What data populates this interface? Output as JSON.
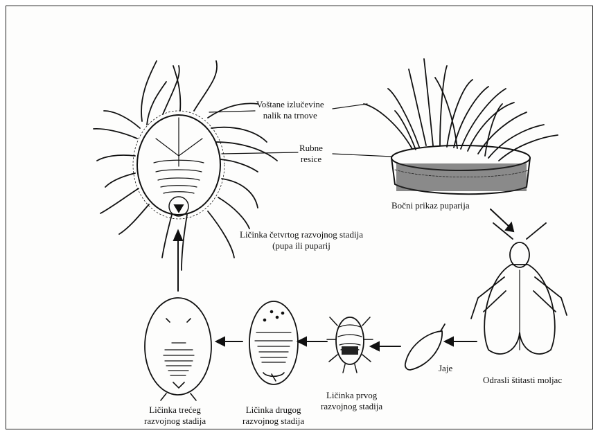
{
  "labels": {
    "wax_secretions_line1": "Voštane izlučevine",
    "wax_secretions_line2": "nalik na trnove",
    "marginal_fringe_line1": "Rubne",
    "marginal_fringe_line2": "resice",
    "side_view": "Bočni prikaz puparija",
    "fourth_stage_line1": "Ličinka četvrtog razvojnog stadija",
    "fourth_stage_line2": "(pupa ili puparij",
    "egg": "Jaje",
    "adult": "Odrasli štitasti moljac",
    "first_stage_line1": "Ličinka prvog",
    "first_stage_line2": "razvojnog stadija",
    "second_stage_line1": "Ličinka drugog",
    "second_stage_line2": "razvojnog stadija",
    "third_stage_line1": "Ličinka trećeg",
    "third_stage_line2": "razvojnog stadija"
  }
}
